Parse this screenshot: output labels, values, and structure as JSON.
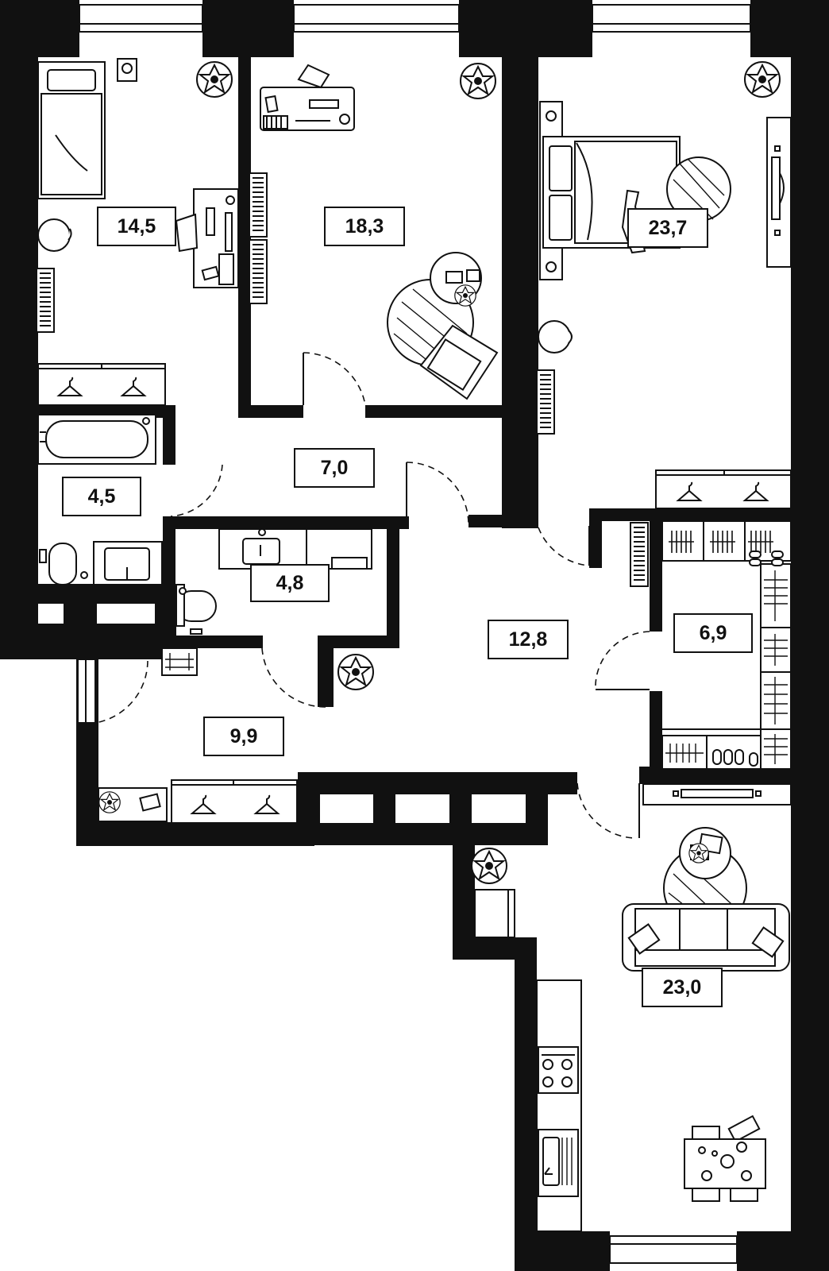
{
  "rooms": [
    {
      "id": "bedroom-1",
      "area": "14,5"
    },
    {
      "id": "bedroom-2",
      "area": "18,3"
    },
    {
      "id": "bedroom-3",
      "area": "23,7"
    },
    {
      "id": "bathroom",
      "area": "4,5"
    },
    {
      "id": "corridor",
      "area": "7,0"
    },
    {
      "id": "toilet",
      "area": "4,8"
    },
    {
      "id": "hall",
      "area": "12,8"
    },
    {
      "id": "wardrobe",
      "area": "6,9"
    },
    {
      "id": "entrance",
      "area": "9,9"
    },
    {
      "id": "living-kitchen",
      "area": "23,0"
    }
  ],
  "colors": {
    "wall": "#111111",
    "furniture-stroke": "#111111",
    "background": "#ffffff"
  },
  "icons": [
    "bed-icon",
    "desk-icon",
    "chair-icon",
    "plant-icon",
    "radiator-icon",
    "hanger-icon",
    "bathtub-icon",
    "sink-icon",
    "toilet-icon",
    "washing-machine-icon",
    "sofa-icon",
    "tv-icon",
    "stove-icon",
    "dining-table-icon",
    "armchair-icon",
    "rug-icon",
    "shoe-icon"
  ]
}
